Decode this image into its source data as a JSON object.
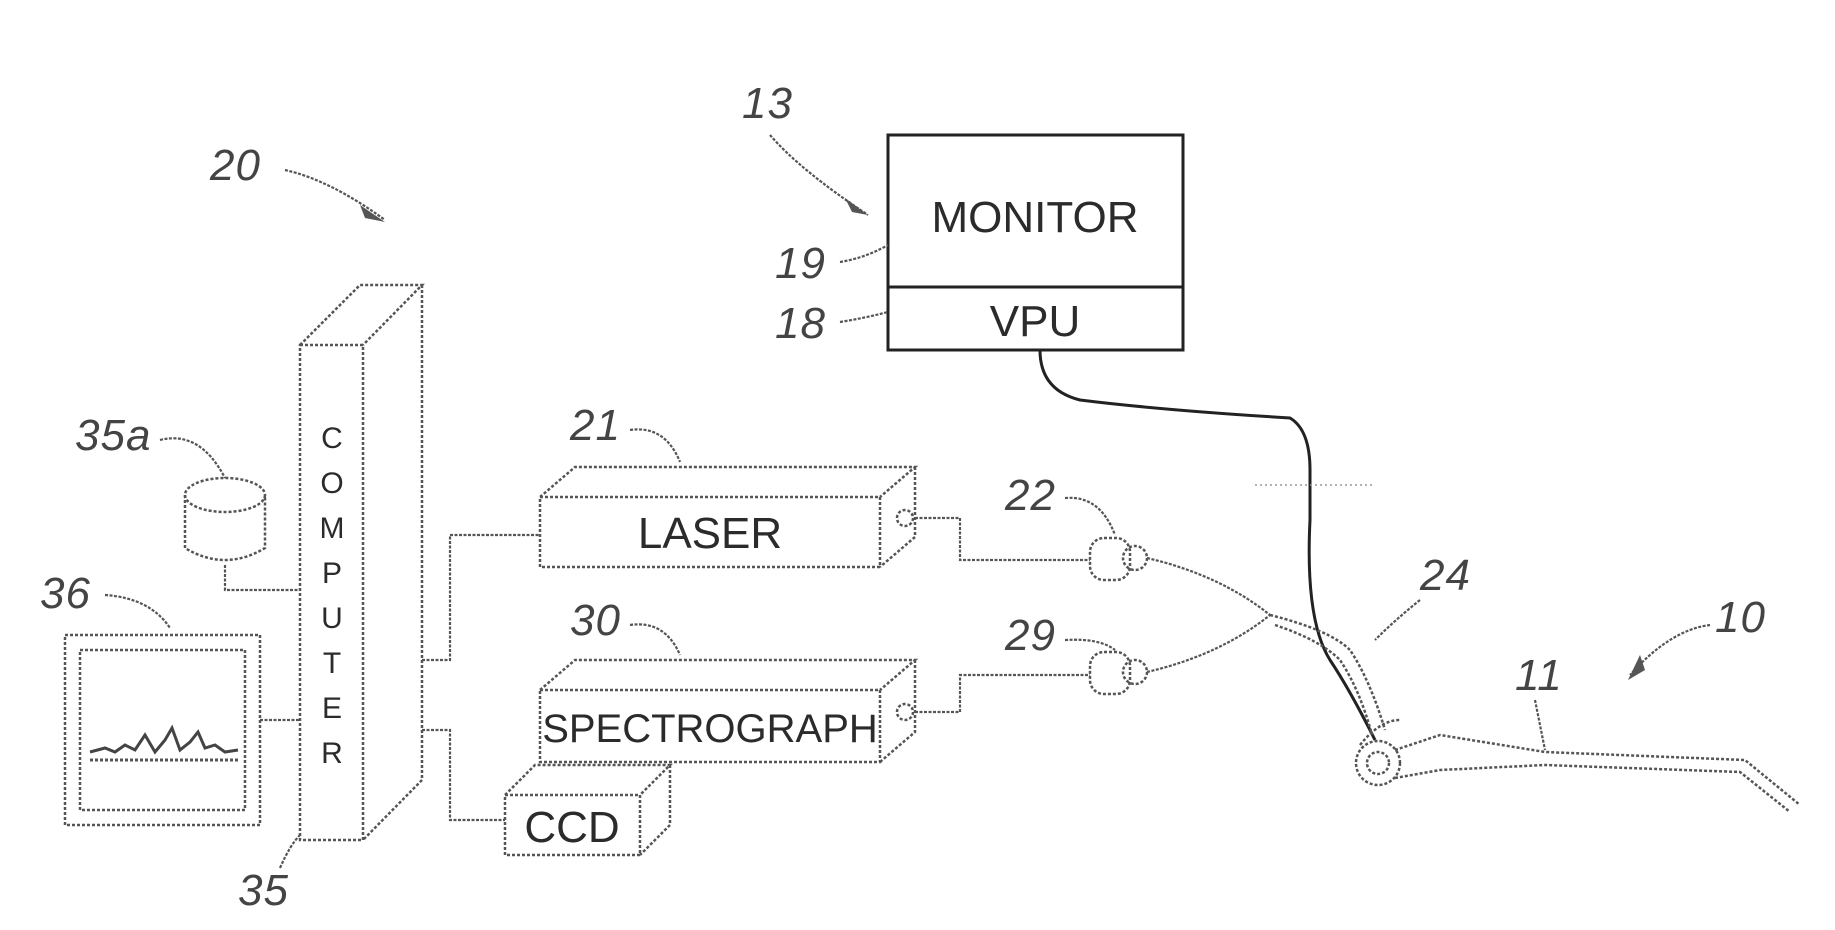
{
  "labels": {
    "monitor": "MONITOR",
    "vpu": "VPU",
    "laser": "LASER",
    "spectrograph": "SPECTROGRAPH",
    "ccd": "CCD",
    "computer_letters": [
      "C",
      "O",
      "M",
      "P",
      "U",
      "T",
      "E",
      "R"
    ]
  },
  "refs": {
    "r10": "10",
    "r11": "11",
    "r13": "13",
    "r18": "18",
    "r19": "19",
    "r20": "20",
    "r21": "21",
    "r22": "22",
    "r24": "24",
    "r29": "29",
    "r30": "30",
    "r35": "35",
    "r35a": "35a",
    "r36": "36"
  }
}
